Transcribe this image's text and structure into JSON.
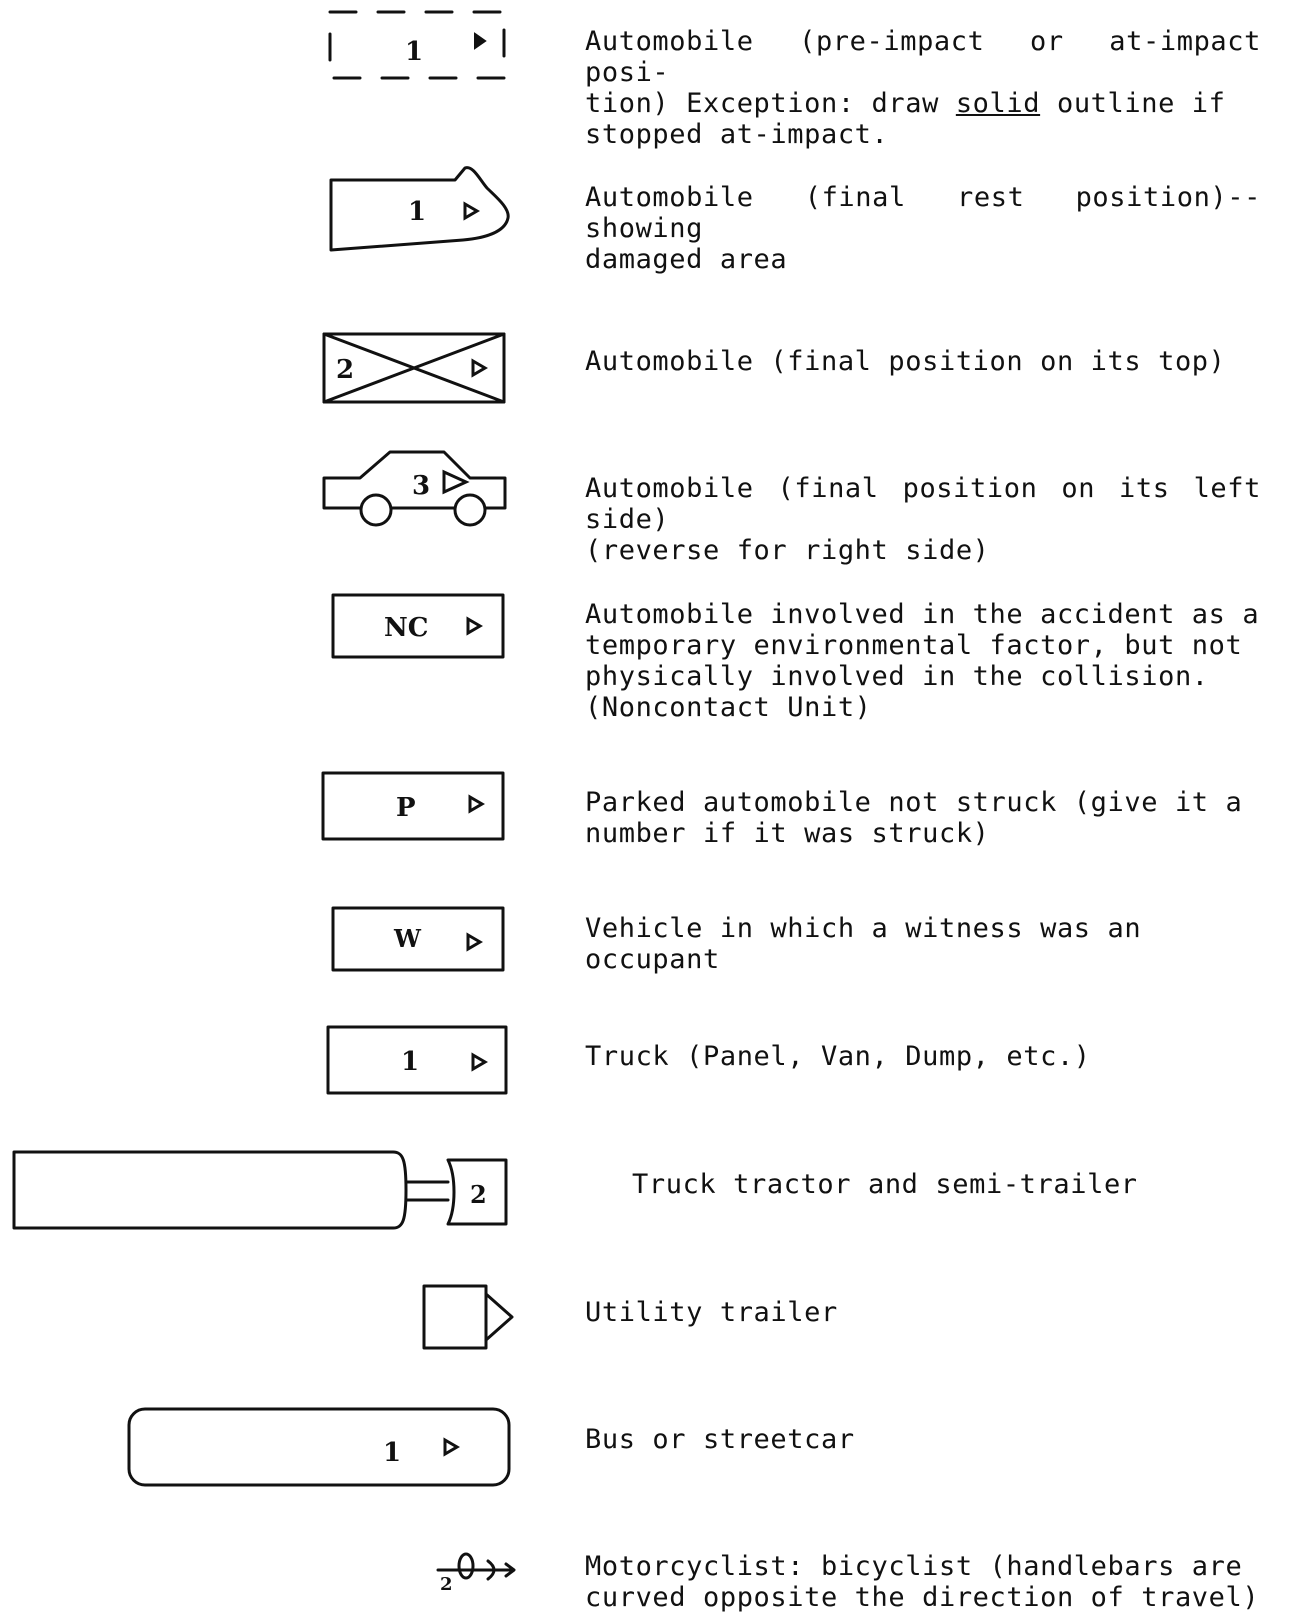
{
  "legend": [
    {
      "id": "auto-pre-impact",
      "symbol_label": "1",
      "description_parts": [
        "Automobile (pre-impact or at-impact posi-\ntion)  Exception:  draw ",
        "solid",
        " outline if\nstopped at-impact."
      ]
    },
    {
      "id": "auto-final-rest",
      "symbol_label": "1",
      "description": "Automobile (final rest position)--showing\ndamaged area"
    },
    {
      "id": "auto-on-top",
      "symbol_label": "2",
      "description": "Automobile (final position on its top)"
    },
    {
      "id": "auto-left-side",
      "symbol_label": "3",
      "description": "Automobile (final position on its left side)\n(reverse for right side)"
    },
    {
      "id": "noncontact",
      "symbol_label": "NC",
      "description": "Automobile involved in the accident as a\ntemporary environmental factor, but not\nphysically involved in the collision.\n(Noncontact Unit)"
    },
    {
      "id": "parked",
      "symbol_label": "P",
      "description": "Parked automobile not struck (give it a\nnumber if it was struck)"
    },
    {
      "id": "witness",
      "symbol_label": "W",
      "description": "Vehicle in which a witness was an occupant"
    },
    {
      "id": "truck",
      "symbol_label": "1",
      "description": "Truck (Panel, Van, Dump, etc.)"
    },
    {
      "id": "tractor-semi",
      "symbol_label": "2",
      "description": "Truck tractor and semi-trailer"
    },
    {
      "id": "utility-trailer",
      "symbol_label": "",
      "description": "Utility trailer"
    },
    {
      "id": "bus",
      "symbol_label": "1",
      "description": "Bus or streetcar"
    },
    {
      "id": "motorcyclist",
      "symbol_label": "2",
      "description": "Motorcyclist:  bicyclist (handlebars are\ncurved opposite the direction of travel)"
    }
  ],
  "icons": [
    "direction-triangle-icon",
    "dashed-vehicle-icon",
    "damaged-vehicle-icon",
    "overturned-vehicle-icon",
    "side-view-car-icon",
    "tractor-trailer-icon",
    "utility-trailer-icon",
    "bus-icon",
    "motorcycle-icon"
  ]
}
